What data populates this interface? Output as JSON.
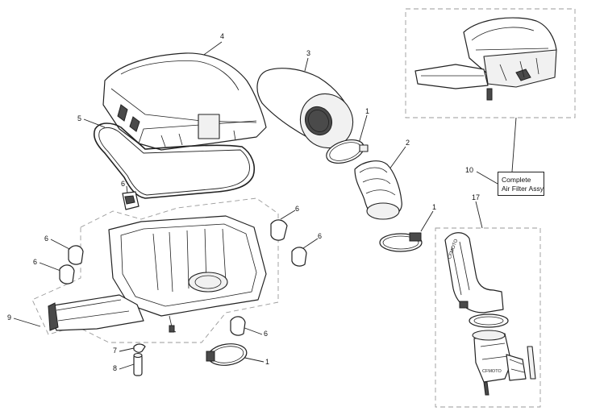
{
  "callouts": [
    {
      "id": "c4",
      "text": "4"
    },
    {
      "id": "c3",
      "text": "3"
    },
    {
      "id": "c5",
      "text": "5"
    },
    {
      "id": "c1a",
      "text": "1"
    },
    {
      "id": "c2",
      "text": "2"
    },
    {
      "id": "c6a",
      "text": "6"
    },
    {
      "id": "c1b",
      "text": "1"
    },
    {
      "id": "c6b",
      "text": "6"
    },
    {
      "id": "c6c",
      "text": "6"
    },
    {
      "id": "c6d",
      "text": "6"
    },
    {
      "id": "c6e",
      "text": "6"
    },
    {
      "id": "c9",
      "text": "9"
    },
    {
      "id": "c6f",
      "text": "6"
    },
    {
      "id": "c7",
      "text": "7"
    },
    {
      "id": "c8",
      "text": "8"
    },
    {
      "id": "c1c",
      "text": "1"
    },
    {
      "id": "c10",
      "text": "10"
    },
    {
      "id": "c17",
      "text": "17"
    }
  ],
  "assembly_label": {
    "line1": "Complete",
    "line2": "Air Filter Assy"
  },
  "part_markings": {
    "brand_top": "CFMOTO",
    "brand_bottom": "CFMOTO"
  }
}
